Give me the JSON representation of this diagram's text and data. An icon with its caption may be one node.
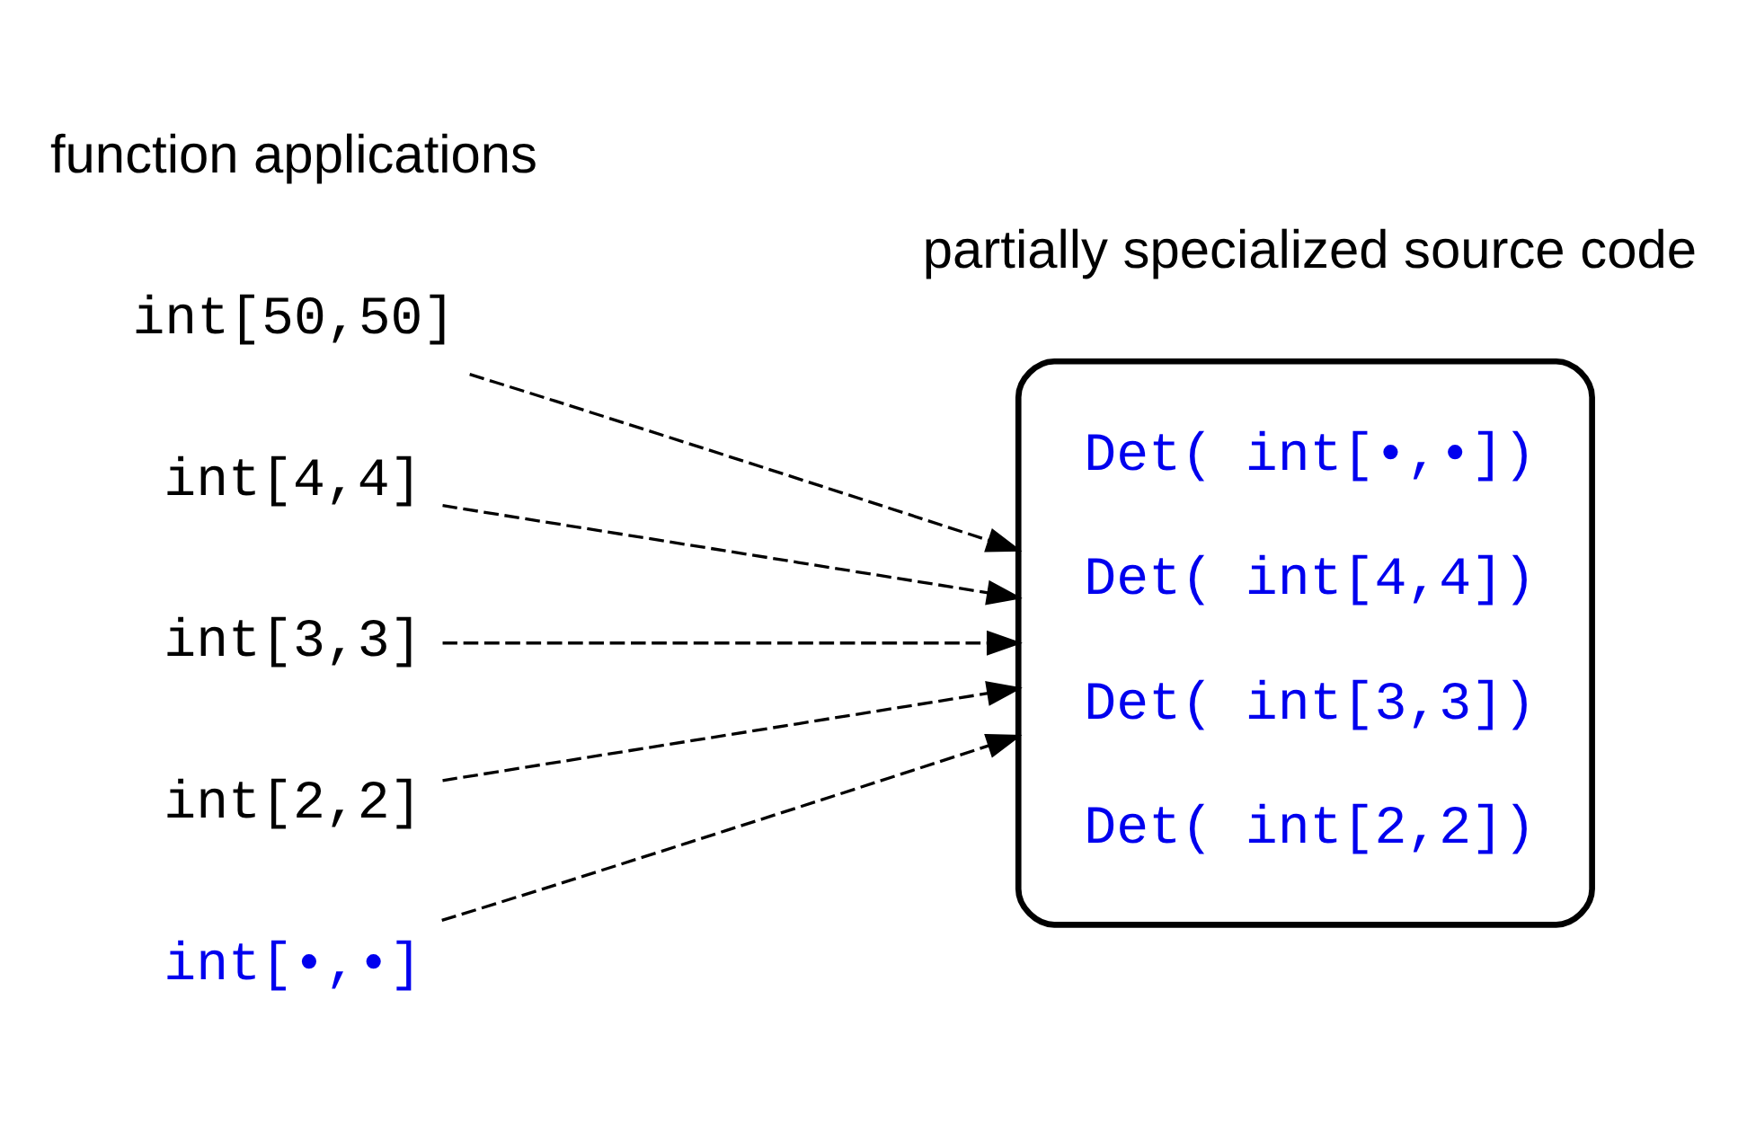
{
  "diagram": {
    "nodes": [
      {
        "text": [
          "int[50,50]"
        ]
      },
      {
        "text": [
          "int[4,4]"
        ]
      },
      {
        "text": [
          "int[3,3]"
        ]
      },
      {
        "text": [
          "int[2,2]"
        ]
      },
      {
        "text": [
          "int[•,•]"
        ]
      },
      {
        "text": [
          "Det( int[•,•])",
          "Det( int[4,4])",
          "Det( int[3,3])",
          "Det( int[2,2])"
        ]
      }
    ],
    "edges": [
      {
        "from": 0,
        "to": 5,
        "arrow": "to",
        "style": "dashed"
      },
      {
        "from": 1,
        "to": 5,
        "arrow": "to",
        "style": "dashed"
      },
      {
        "from": 2,
        "to": 5,
        "arrow": "to",
        "style": "dashed"
      },
      {
        "from": 3,
        "to": 5,
        "arrow": "to",
        "style": "dashed"
      },
      {
        "from": 4,
        "to": 5,
        "arrow": "to",
        "style": "dashed"
      }
    ],
    "labels": [
      "function applications",
      "partially specialized source code"
    ]
  }
}
